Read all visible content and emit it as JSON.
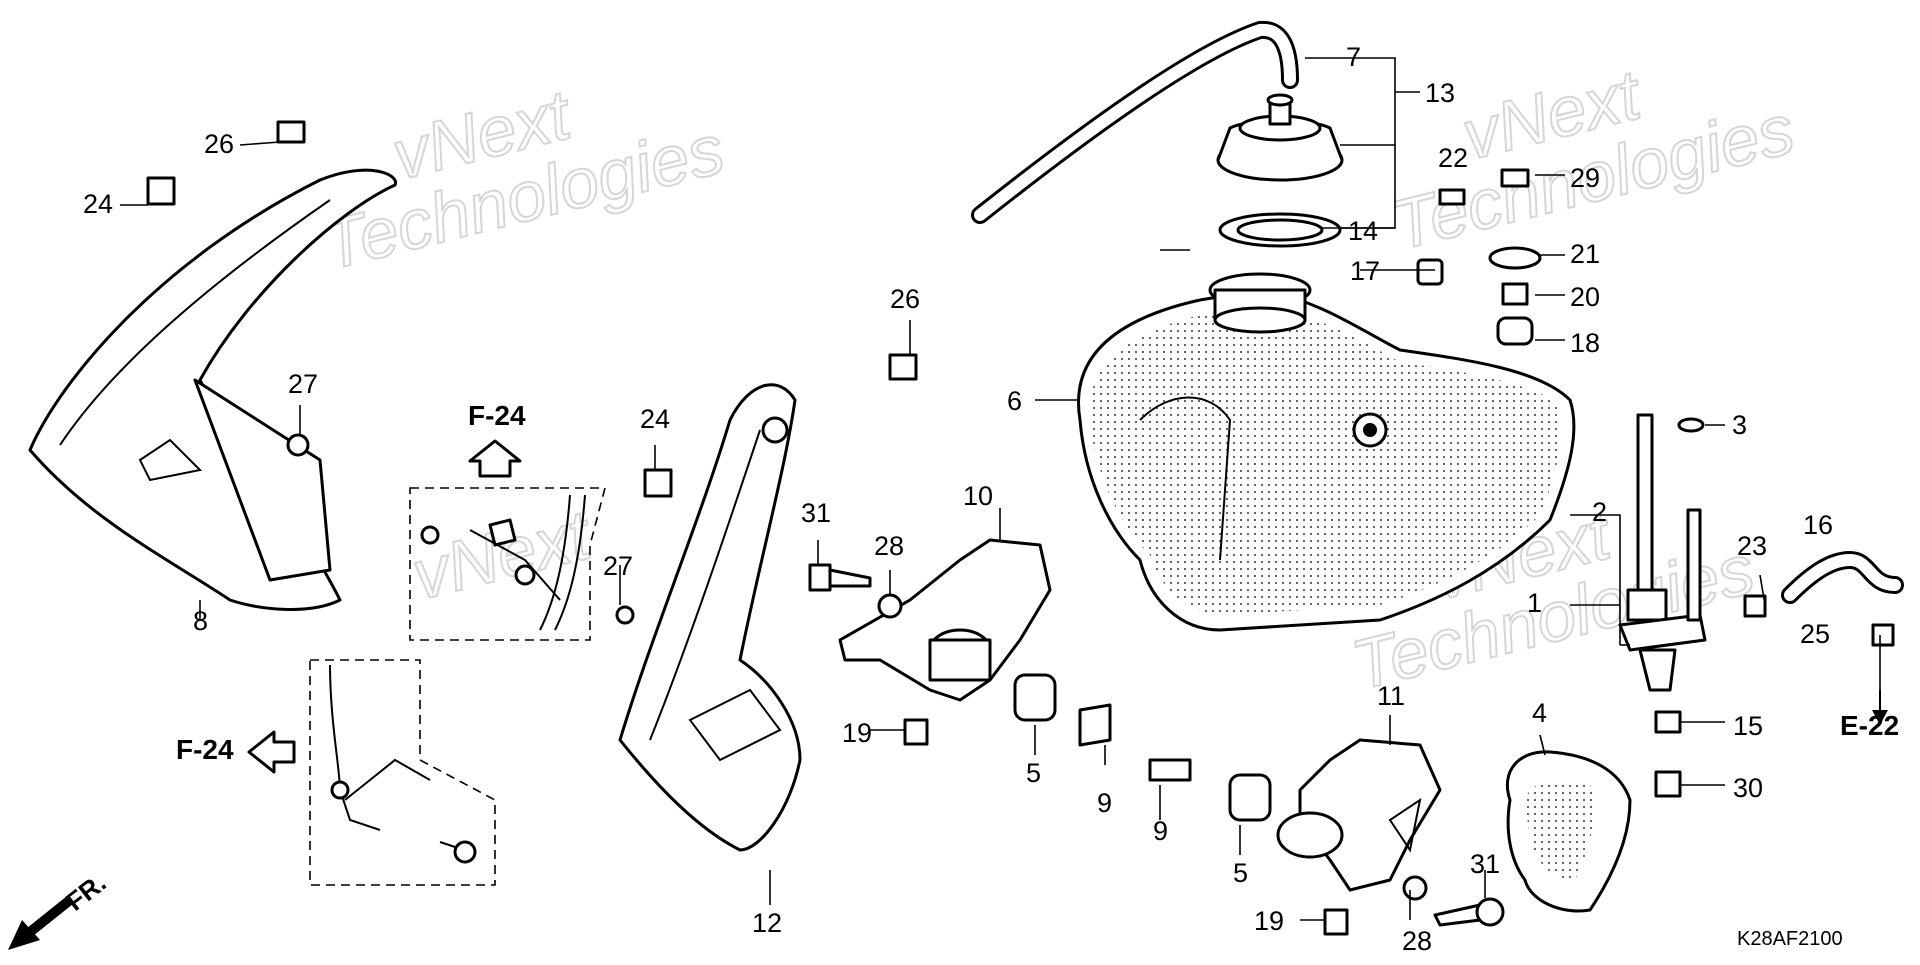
{
  "watermark": {
    "line1": "vNext",
    "line2": "Technologies"
  },
  "callouts": {
    "c1": "1",
    "c2": "2",
    "c3": "3",
    "c4": "4",
    "c5a": "5",
    "c5b": "5",
    "c6": "6",
    "c7": "7",
    "c8": "8",
    "c9a": "9",
    "c9b": "9",
    "c10": "10",
    "c11": "11",
    "c12": "12",
    "c13": "13",
    "c14": "14",
    "c15": "15",
    "c16": "16",
    "c17": "17",
    "c18": "18",
    "c19a": "19",
    "c19b": "19",
    "c20": "20",
    "c21": "21",
    "c22": "22",
    "c23": "23",
    "c24a": "24",
    "c24b": "24",
    "c25": "25",
    "c26a": "26",
    "c26b": "26",
    "c27a": "27",
    "c27b": "27",
    "c28a": "28",
    "c28b": "28",
    "c29": "29",
    "c30": "30",
    "c31a": "31",
    "c31b": "31"
  },
  "references": {
    "f24_top": "F-24",
    "f24_left": "F-24",
    "e22": "E-22"
  },
  "direction": "FR.",
  "diagram_code": "K28AF2100"
}
